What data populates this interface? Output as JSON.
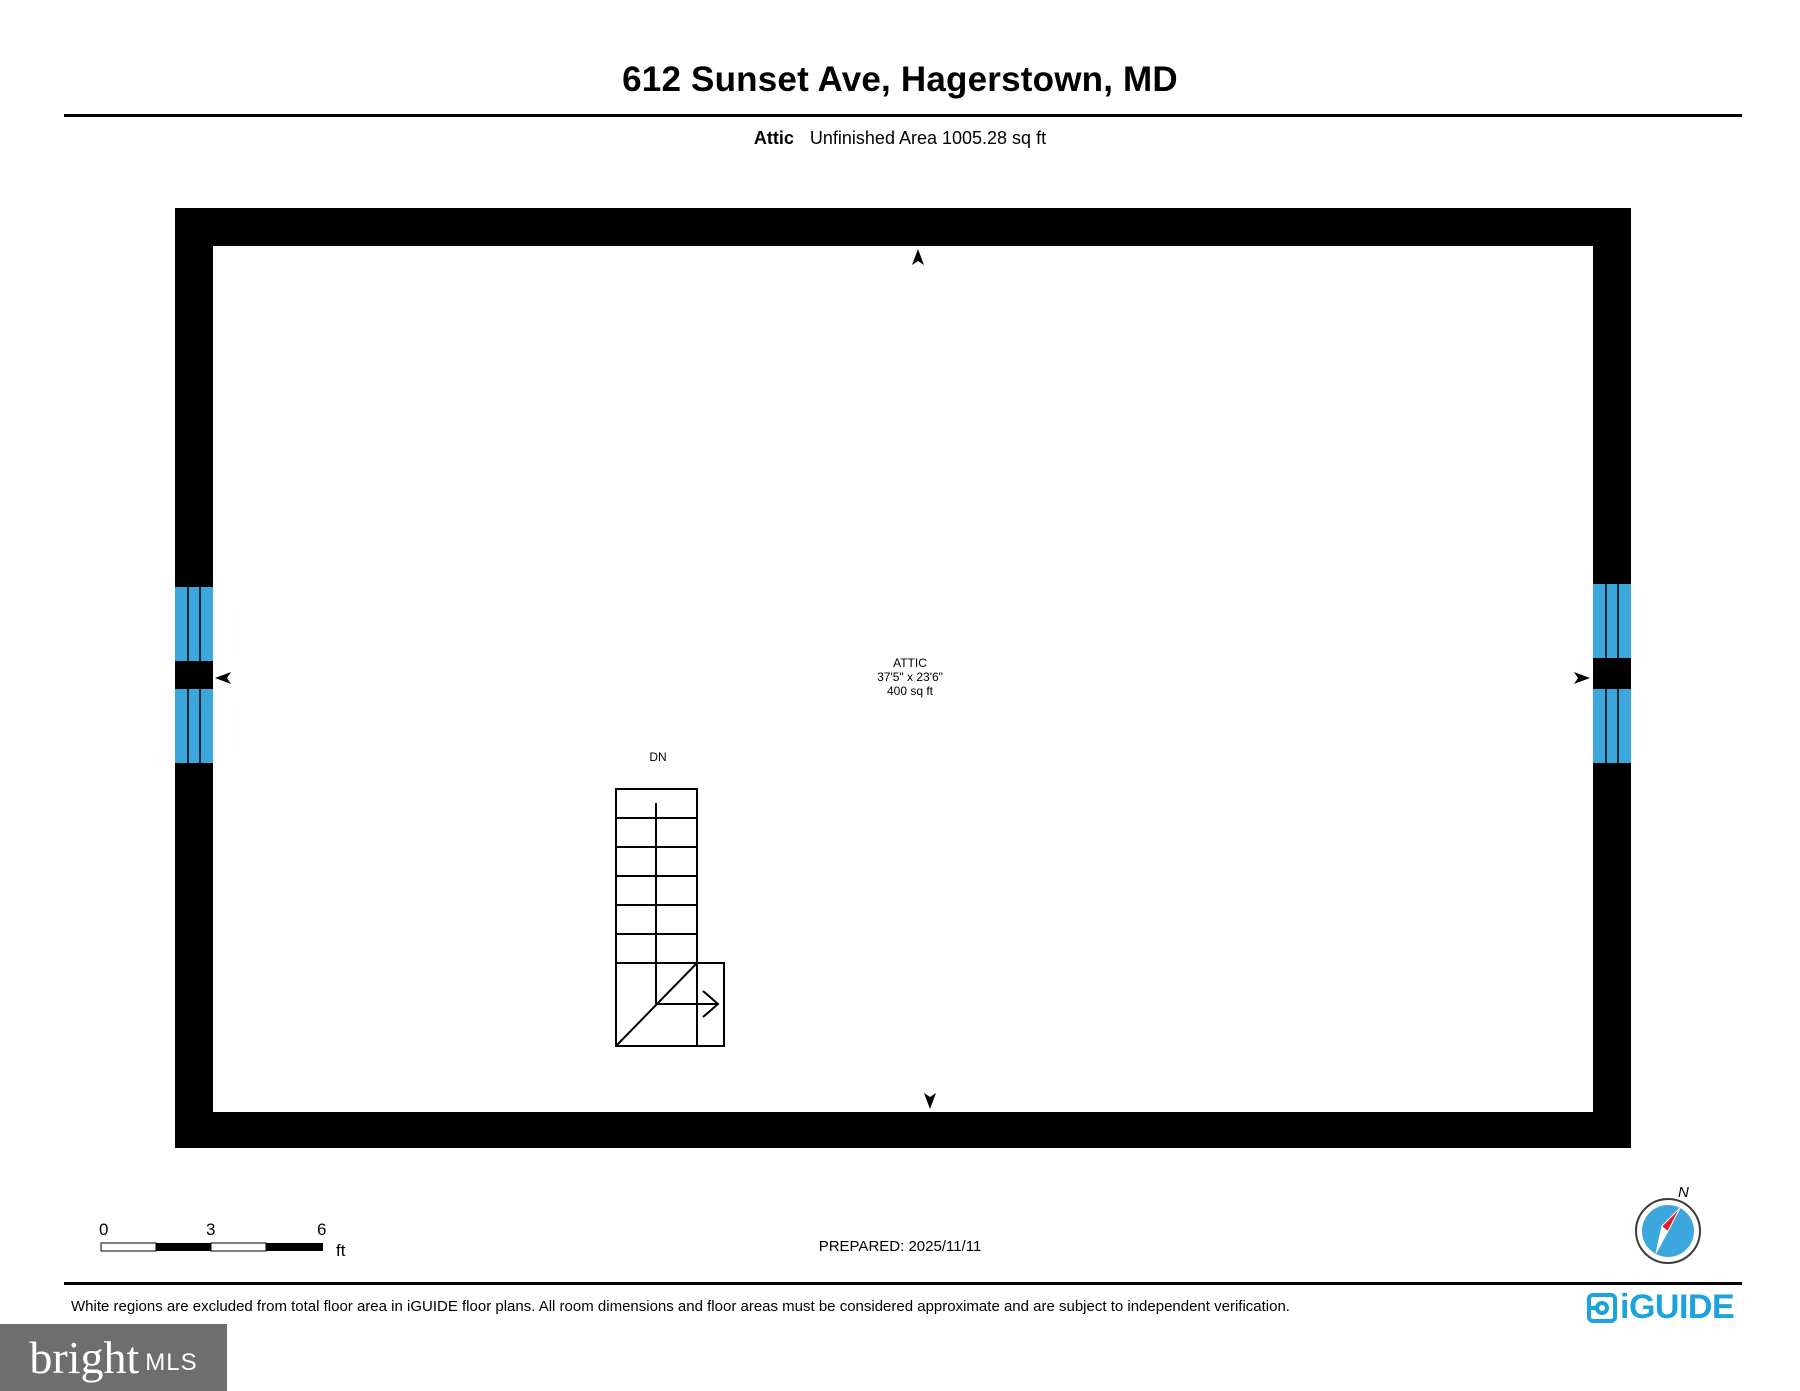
{
  "header": {
    "title": "612 Sunset Ave, Hagerstown, MD",
    "level_name": "Attic",
    "area_summary": "Unfinished Area 1005.28 sq ft"
  },
  "room": {
    "name": "ATTIC",
    "dimensions": "37'5\" x 23'6\"",
    "area": "400 sq ft"
  },
  "stairs": {
    "label": "DN"
  },
  "scale_bar": {
    "ticks": [
      "0",
      "3",
      "6"
    ],
    "unit": "ft"
  },
  "prepared": "PREPARED: 2025/11/11",
  "compass": {
    "label": "N"
  },
  "footer": {
    "disclaimer": "White regions are excluded from total floor area in iGUIDE floor plans. All room dimensions and floor areas must be considered approximate and are subject to independent verification.",
    "logo_text": "iGUIDE"
  },
  "watermark": {
    "brand": "bright",
    "suffix": "MLS"
  },
  "colors": {
    "wall": "#000000",
    "window": "#3ba7dd",
    "logo": "#1aa3dc",
    "compass_needle": "#e01b24",
    "watermark_bg": "#6e6e6e"
  }
}
